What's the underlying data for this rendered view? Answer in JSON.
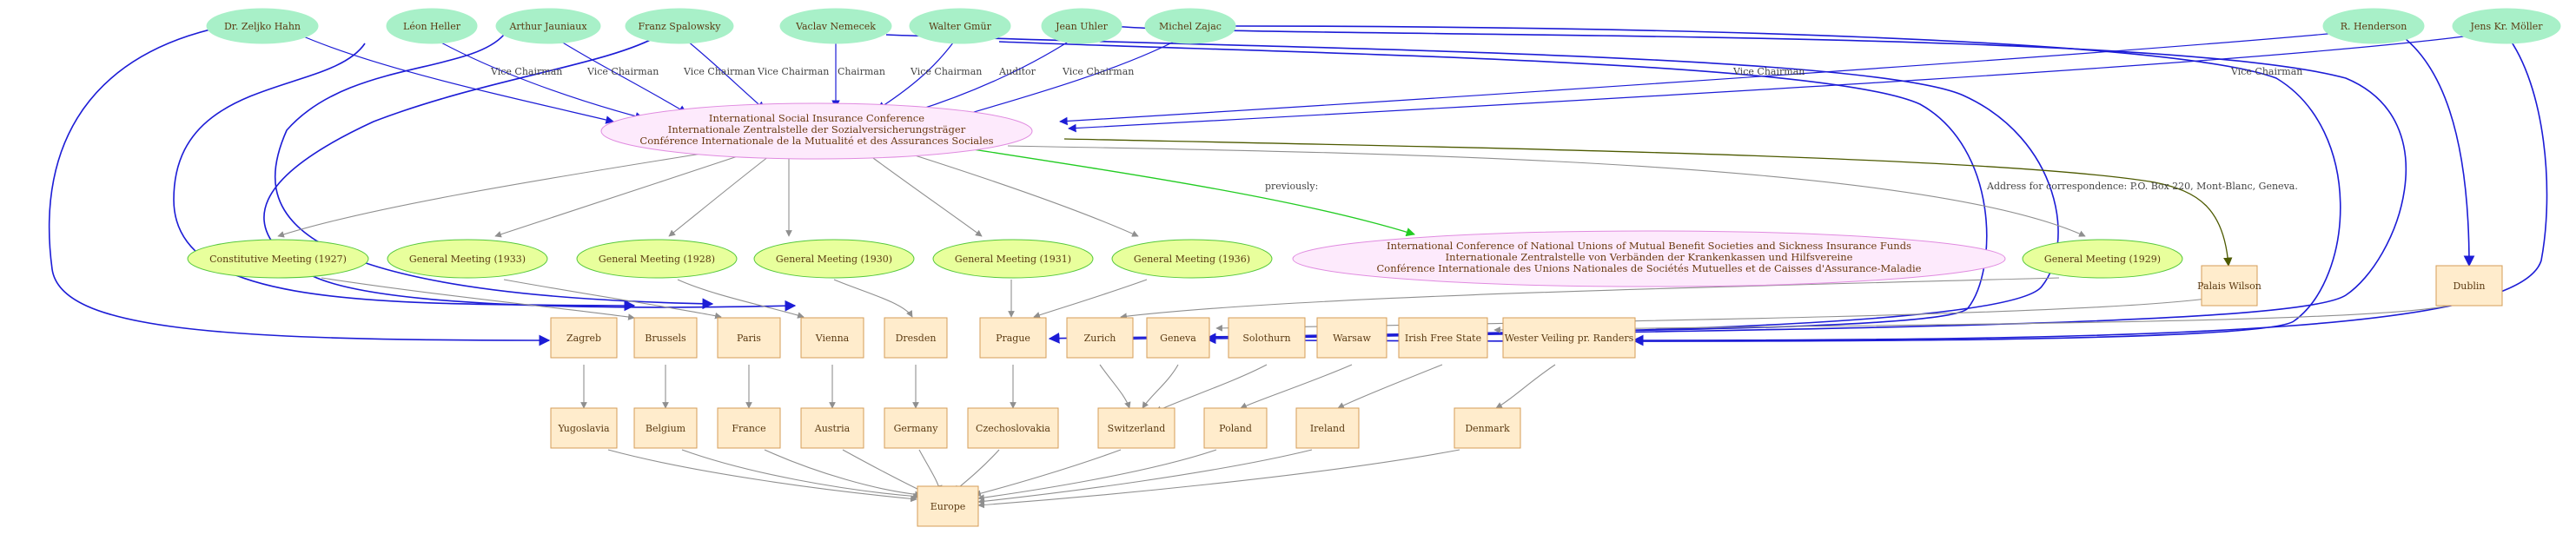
{
  "colors": {
    "person_fill": "#a8f0c8",
    "meeting_fill": "#e8ff9c",
    "meeting_stroke": "#55c83c",
    "org_fill": "#fdeafc",
    "org_stroke": "#e08be0",
    "place_fill": "#ffeccc",
    "place_stroke": "#d49d57",
    "edge_person": "#1c1cd6",
    "edge_default": "#8f8f8f",
    "edge_previously": "#22cc22",
    "edge_address": "#4d5a00"
  },
  "nodes": {
    "hahn": "Dr. Zeljko Hahn",
    "heller": "Léon Heller",
    "jauniaux": "Arthur Jauniaux",
    "spalowsky": "Franz Spalowsky",
    "nemecek": "Vaclav Nemecek",
    "gmur": "Walter Gmür",
    "uhler": "Jean Uhler",
    "zajac": "Michel Zajac",
    "henderson": "R. Henderson",
    "moller": "Jens Kr. Möller",
    "issc": [
      "International Social Insurance Conference",
      "Internationale Zentralstelle der Sozialversicherungsträger",
      "Conférence Internationale de la Mutualité et des Assurances Sociales"
    ],
    "icnu": [
      "International Conference of National Unions of Mutual Benefit Societies and Sickness Insurance Funds",
      "Internationale Zentralstelle von Verbänden der Krankenkassen und Hilfsvereine",
      "Conférence Internationale des Unions Nationales de Sociétés Mutuelles et de Caisses d'Assurance-Maladie"
    ],
    "m1927": "Constitutive Meeting (1927)",
    "m1933": "General Meeting (1933)",
    "m1928": "General Meeting (1928)",
    "m1930": "General Meeting (1930)",
    "m1931": "General Meeting (1931)",
    "m1936": "General Meeting (1936)",
    "m1929": "General Meeting (1929)",
    "palais": "Palais Wilson",
    "dublin": "Dublin",
    "zagreb": "Zagreb",
    "brussels": "Brussels",
    "paris": "Paris",
    "vienna": "Vienna",
    "dresden": "Dresden",
    "prague": "Prague",
    "zurich": "Zurich",
    "geneva": "Geneva",
    "solothurn": "Solothurn",
    "warsaw": "Warsaw",
    "irish": "Irish Free State",
    "wester": "Wester Veiling pr. Randers",
    "yugoslavia": "Yugoslavia",
    "belgium": "Belgium",
    "france": "France",
    "austria": "Austria",
    "germany": "Germany",
    "czechoslovakia": "Czechoslovakia",
    "switzerland": "Switzerland",
    "poland": "Poland",
    "ireland": "Ireland",
    "denmark": "Denmark",
    "europe": "Europe"
  },
  "edge_labels": {
    "hahn_issc": "Vice Chairman",
    "heller_issc": "Vice Chairman",
    "jauniaux_issc": "Vice Chairman",
    "spalowsky_issc": "Vice Chairman",
    "nemecek_issc": "Chairman",
    "gmur_issc": "Vice Chairman",
    "uhler_issc": "Auditor",
    "zajac_issc": "Vice Chairman",
    "henderson_issc": "Vice Chairman",
    "moller_issc": "Vice Chairman",
    "issc_icnu": "previously:",
    "issc_palais": "Address for correspondence: P.O. Box 220, Mont-Blanc, Geneva."
  },
  "icons": {
    "person": "ellipse-node",
    "meeting": "ellipse-node",
    "organization": "ellipse-node",
    "place": "box-node"
  }
}
